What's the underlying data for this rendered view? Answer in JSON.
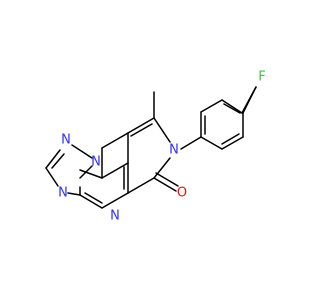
{
  "molecule": {
    "atoms": [
      {
        "id": "F",
        "symbol": "F",
        "color_key": "fluorine"
      },
      {
        "id": "N_pyridone",
        "symbol": "N",
        "color_key": "nitrogen"
      },
      {
        "id": "O_carbonyl",
        "symbol": "O",
        "color_key": "oxygen"
      },
      {
        "id": "N_triazole_top",
        "symbol": "N",
        "color_key": "nitrogen"
      },
      {
        "id": "N_bridge",
        "symbol": "N",
        "color_key": "nitrogen"
      },
      {
        "id": "N_triazole_bottom",
        "symbol": "N",
        "color_key": "nitrogen"
      },
      {
        "id": "N_pyrimidine",
        "symbol": "N",
        "color_key": "nitrogen"
      }
    ]
  },
  "colors": {
    "bond": "#000000",
    "nitrogen": "#3030ff",
    "oxygen": "#ff0d0d",
    "fluorine": "#33cc33",
    "background": "#ffffff"
  }
}
